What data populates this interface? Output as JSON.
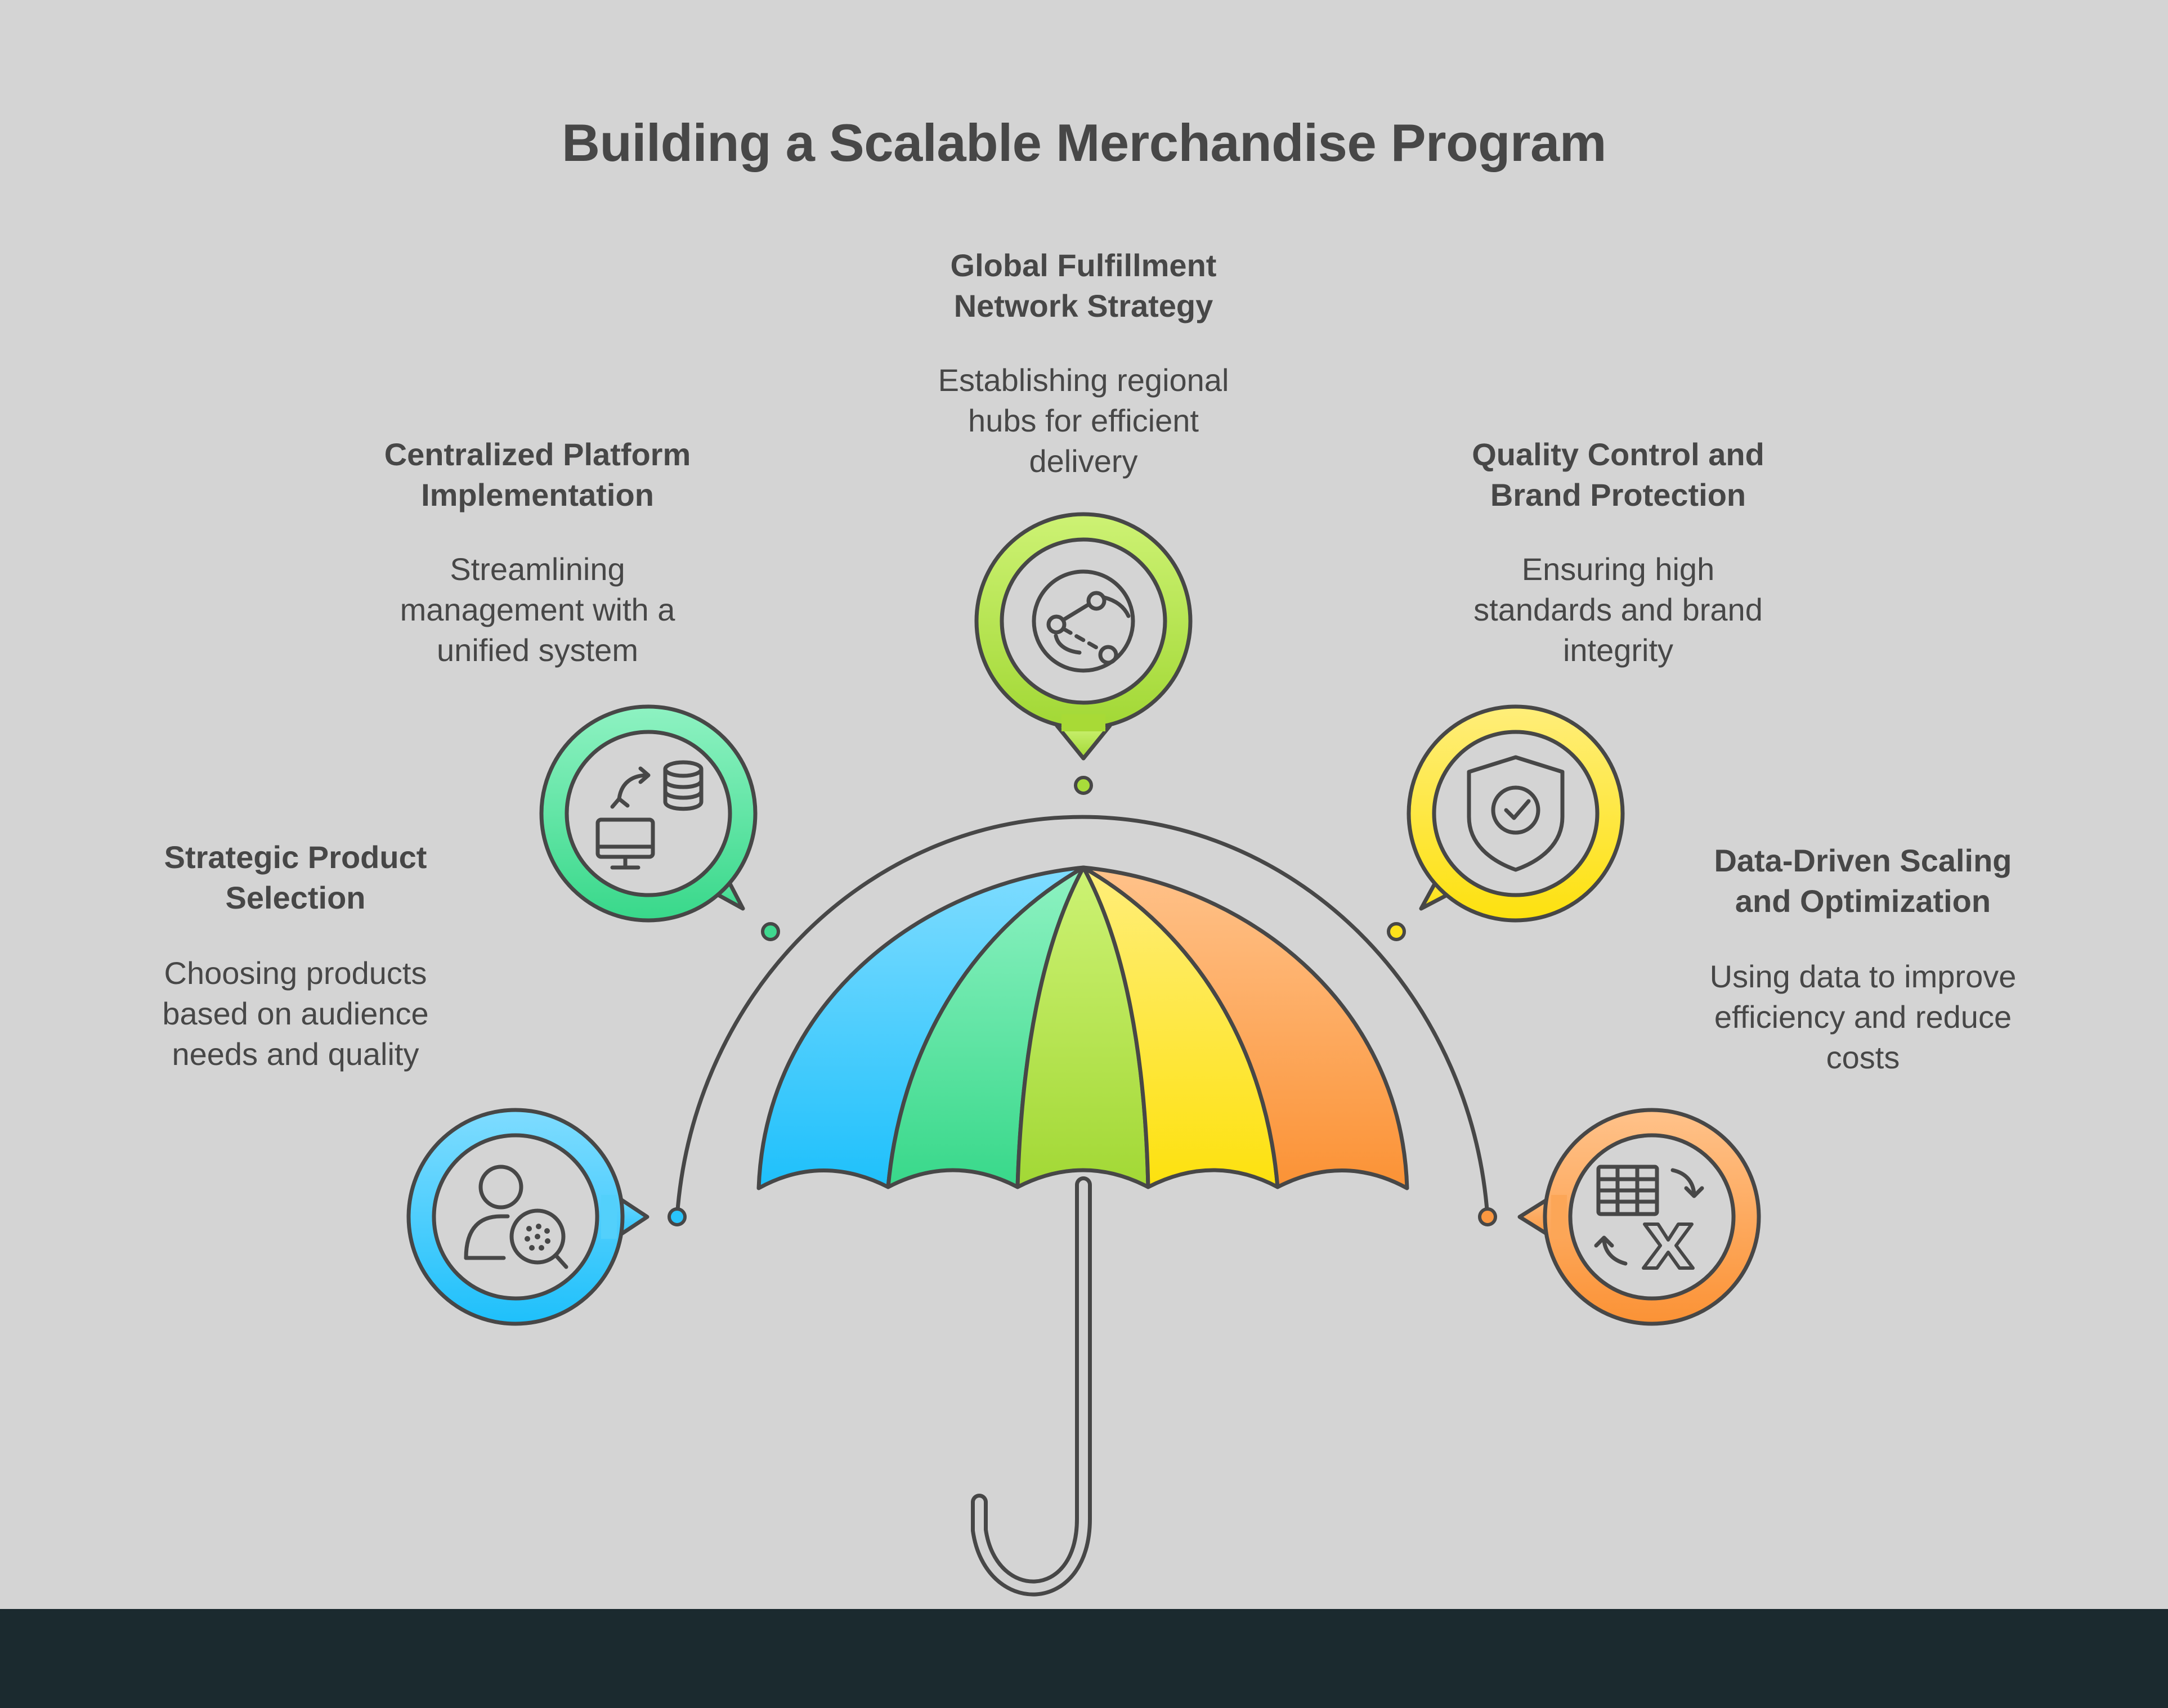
{
  "title": "Building a Scalable Merchandise Program",
  "steps": [
    {
      "title_line1": "Strategic Product",
      "title_line2": "Selection",
      "desc_line1": "Choosing products",
      "desc_line2": "based on audience",
      "desc_line3": "needs and quality",
      "icon": "person-search-icon",
      "color": "#29c4fb"
    },
    {
      "title_line1": "Centralized Platform",
      "title_line2": "Implementation",
      "desc_line1": "Streamlining",
      "desc_line2": "management with a",
      "desc_line3": "unified system",
      "icon": "computer-database-sync-icon",
      "color": "#3fd98f"
    },
    {
      "title_line1": "Global Fulfillment",
      "title_line2": "Network Strategy",
      "desc_line1": "Establishing regional",
      "desc_line2": "hubs for efficient",
      "desc_line3": "delivery",
      "icon": "globe-network-icon",
      "color": "#a8dc3a"
    },
    {
      "title_line1": "Quality Control and",
      "title_line2": "Brand Protection",
      "desc_line1": "Ensuring high",
      "desc_line2": "standards and brand",
      "desc_line3": "integrity",
      "icon": "shield-check-icon",
      "color": "#fde21b"
    },
    {
      "title_line1": "Data-Driven Scaling",
      "title_line2": "and Optimization",
      "desc_line1": "Using data to improve",
      "desc_line2": "efficiency and reduce",
      "desc_line3": "costs",
      "icon": "spreadsheet-excel-icon",
      "color": "#fb9740"
    }
  ]
}
